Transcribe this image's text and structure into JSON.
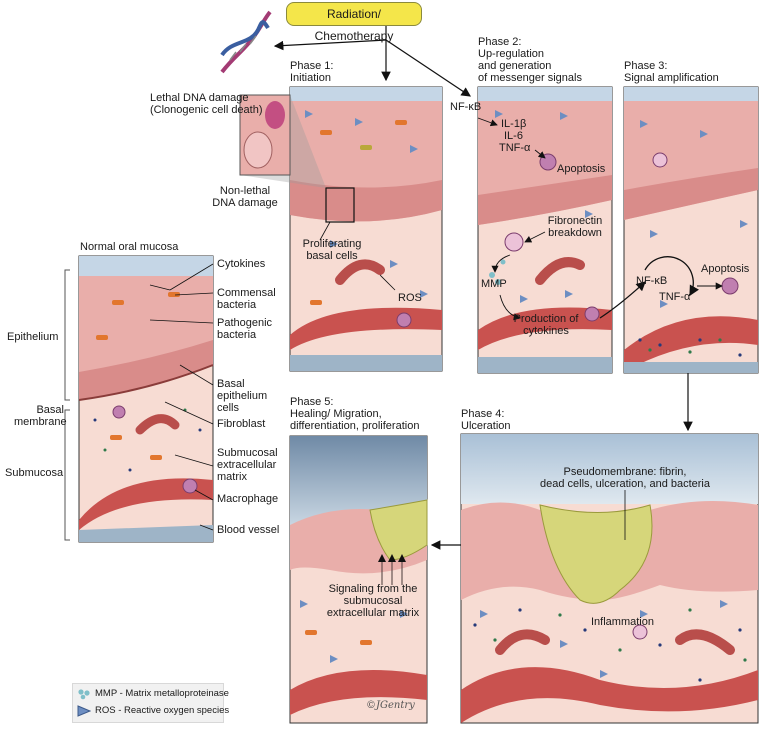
{
  "top": {
    "trigger": "Radiation/ Chemotherapy"
  },
  "dna": {
    "lethal": "Lethal DNA damage",
    "lethal_sub": "(Clonogenic cell death)",
    "nonlethal_1": "Non-lethal",
    "nonlethal_2": "DNA damage"
  },
  "normal": {
    "title": "Normal oral mucosa",
    "left_labels": {
      "epithelium": "Epithelium",
      "basal_1": "Basal",
      "basal_2": "membrane",
      "submucosa": "Submucosa"
    },
    "right_labels": {
      "cytokines": "Cytokines",
      "commensal_1": "Commensal",
      "commensal_2": "bacteria",
      "pathogenic_1": "Pathogenic",
      "pathogenic_2": "bacteria",
      "basal_ep_1": "Basal",
      "basal_ep_2": "epithelium",
      "basal_ep_3": "cells",
      "fibroblast": "Fibroblast",
      "ecm_1": "Submucosal",
      "ecm_2": "extracellular",
      "ecm_3": "matrix",
      "macrophage": "Macrophage",
      "vessel": "Blood vessel"
    }
  },
  "phase1": {
    "title_1": "Phase 1:",
    "title_2": "Initiation",
    "prolif_1": "Proliferating",
    "prolif_2": "basal cells",
    "ros": "ROS"
  },
  "phase2": {
    "title_1": "Phase 2:",
    "title_2": "Up-regulation",
    "title_3": "and generation",
    "title_4": "of messenger signals",
    "nfkb": "NF-κB",
    "il1": "IL-1β",
    "il6": "IL-6",
    "tnf": "TNF-α",
    "apoptosis": "Apoptosis",
    "fibro_1": "Fibronectin",
    "fibro_2": "breakdown",
    "mmp": "MMP",
    "prod_1": "Production of",
    "prod_2": "cytokines"
  },
  "phase3": {
    "title_1": "Phase 3:",
    "title_2": "Signal amplification",
    "nfkb": "NF-κB",
    "tnf": "TNF-α",
    "apoptosis": "Apoptosis"
  },
  "phase4": {
    "title_1": "Phase 4:",
    "title_2": "Ulceration",
    "pseudo_1": "Pseudomembrane: fibrin,",
    "pseudo_2": "dead cells, ulceration, and bacteria",
    "inflammation": "Inflammation"
  },
  "phase5": {
    "title_1": "Phase 5:",
    "title_2": "Healing/ Migration,",
    "title_3": "differentiation, proliferation",
    "signal_1": "Signaling from the",
    "signal_2": "submucosal",
    "signal_3": "extracellular matrix",
    "signature": "©JGentry"
  },
  "legend": {
    "mmp": "MMP - Matrix metalloproteinase",
    "ros": "ROS - Reactive oxygen species"
  },
  "colors": {
    "epithelium": "#e9aeaa",
    "basal_cells": "#d98c8a",
    "submucosa": "#f7dcd3",
    "vessel": "#c9524f",
    "fluid": "#d9e3ec",
    "surface": "#c5d6e6",
    "commensal": "#e2762e",
    "pathogenic": "#b9a83a",
    "ros": "#6d8ec2",
    "mmp": "#7fbfc9",
    "pseudomembrane": "#d6d67a",
    "trigger_box": "#f4e64a",
    "dots_green": "#2f7a4a",
    "dots_navy": "#263a7a"
  },
  "icons": [
    "dna-helix-icon",
    "mmp-dots-icon",
    "ros-triangle-icon"
  ]
}
